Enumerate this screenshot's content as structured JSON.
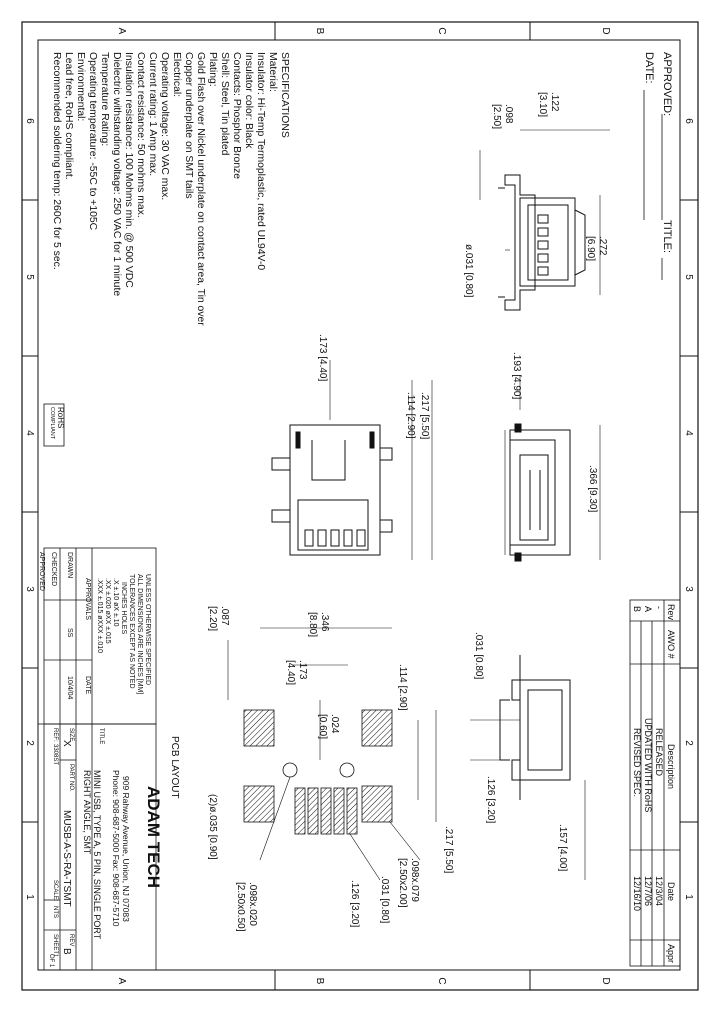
{
  "zones": {
    "letters_top": [
      "A",
      "B",
      "C",
      "D"
    ],
    "letters_bottom": [
      "A",
      "B",
      "C",
      "D"
    ],
    "numbers_left": [
      "6",
      "5",
      "4",
      "3",
      "2",
      "1"
    ],
    "numbers_right": [
      "6",
      "5",
      "4",
      "3",
      "2",
      "1"
    ]
  },
  "header": {
    "approved": "APPROVED:",
    "date": "DATE:",
    "title": "TITLE:"
  },
  "revision_table": {
    "headers": [
      "Rev",
      "AWO #",
      "Description",
      "Date",
      "Appr"
    ],
    "rows": [
      {
        "rev": "-",
        "awo": "",
        "desc": "RELEASED",
        "date": "12/3/04",
        "appr": ""
      },
      {
        "rev": "A",
        "awo": "",
        "desc": "UPDATED WITH RoHS",
        "date": "12/7/06",
        "appr": ""
      },
      {
        "rev": "B",
        "awo": "",
        "desc": "REVISED SPEC.",
        "date": "12/16/10",
        "appr": ""
      }
    ]
  },
  "specifications": [
    "SPECIFICATIONS",
    "Material:",
    "Insulator: Hi-Temp Termoplastic, rated UL94V-0",
    "Insulator color: Black",
    "Contacts: Phosphor Bronze",
    "Shell: Steel, Tin plated",
    "Plating:",
    "Gold Flash over Nickel underplate on contact area, Tin over",
    "Copper underplate on SMT tails",
    "Electrical:",
    "Operating voltage: 30 VAC max.",
    "Current rating: 1 Amp max.",
    "Contact resistance: 50 mohms max.",
    "Insulation resistance: 100 Mohms min. @ 500 VDC",
    "Dielectric withstanding voltage: 250 VAC for 1 minute",
    "Temperature Rating:",
    "Operating temperature: -55C to +105C",
    "Environmental:",
    "Lead free, RoHS compliant.",
    "Recommended soldering temp: 260C for 5 sec."
  ],
  "rohs": [
    "RoHS",
    "COMPLIANT"
  ],
  "dimensions": {
    "d122": ".122",
    "d122mm": "[3.10]",
    "d098": ".098",
    "d098mm": "[2.50]",
    "d272": ".272",
    "d272mm": "[6.90]",
    "d031_dia": "ø.031 [0.80]",
    "d173": ".173 [4.40]",
    "d217": ".217 [5.50]",
    "d114": ".114 [2.90]",
    "d193": ".193 [4.90]",
    "d366": ".366 [9.30]",
    "d031": ".031 [0.80]",
    "d126": ".126 [3.20]",
    "d157": ".157 [4.00]",
    "pcb_346": ".346",
    "pcb_346mm": "[8.80]",
    "pcb_173": ".173",
    "pcb_173mm": "[4.40]",
    "pcb_087": ".087",
    "pcb_087mm": "[2.20]",
    "pcb_114": ".114 [2.90]",
    "pcb_024": ".024",
    "pcb_024mm": "[0.60]",
    "pcb_217": ".217 [5.50]",
    "pcb_holes": "(2)ø.035 [0.90]",
    "pcb_098x079": ".098x.079",
    "pcb_250x200": "[2.50x2.00]",
    "pcb_031": ".031 [0.80]",
    "pcb_126": ".126 [3.20]",
    "pcb_098x020": ".098x.020",
    "pcb_250x050": "[2.50x0.50]"
  },
  "pcb_layout_label": "PCB LAYOUT",
  "tolerances": {
    "lines": [
      "UNLESS OTHERWISE SPECIFIED",
      "ALL DIMENSIONS ARE INCHES [MM]",
      "TOLERANCES EXCEPT AS NOTED",
      "INCHES           HOLES",
      ".X  ±.10       øX  ±.10",
      ".XX  ±.020     øXX  ±.015",
      ".XXX  ±.015   øXXX  ±.010",
      "APPROVALS"
    ],
    "drawn_label": "DRAWN",
    "drawn_by": "SS",
    "date_label": "DATE",
    "drawn_date": "10/4/04",
    "checked_label": "CHECKED",
    "approved_label": "APPROVED"
  },
  "title_block": {
    "company": "ADAM TECH",
    "address": "909 Rahway Avenue, Union, NJ 07083",
    "phone": "Phone: 908-687-5000  Fax: 908-687-5710",
    "title_label": "TITLE",
    "title_line1": "MINI USB, TYPE A, 5 PIN, SINGLE PORT",
    "title_line2": "RIGHT ANGLE, SMT",
    "size_label": "SIZE",
    "size": "X",
    "part_label": "PART NO.",
    "part_no": "MUSB-A-S-RA-TSMT",
    "rev_label": "REV",
    "rev": "B",
    "ref_label": "REF:",
    "ref": "3308ST",
    "scale_label": "SCALE:",
    "scale": "NTS",
    "sheet_label": "SHEET",
    "sheet": "1",
    "of_label": "OF",
    "of": "1"
  }
}
